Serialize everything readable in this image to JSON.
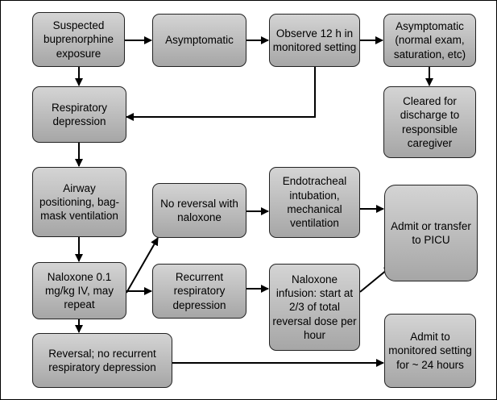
{
  "diagram": {
    "nodes": {
      "suspected_exposure": "Suspected buprenorphine exposure",
      "asymptomatic_1": "Asymptomatic",
      "observe_12h": "Observe 12 h in monitored setting",
      "asymptomatic_2": "Asymptomatic (normal exam, saturation, etc)",
      "cleared_discharge": "Cleared for discharge to responsible caregiver",
      "respiratory_depression": "Respiratory depression",
      "airway_positioning": "Airway positioning, bag-mask ventilation",
      "no_reversal": "No reversal with naloxone",
      "endotracheal_intubation": "Endotracheal intubation, mechanical ventilation",
      "admit_picu": "Admit or transfer to PICU",
      "naloxone_dose": "Naloxone 0.1 mg/kg IV, may repeat",
      "recurrent_depression": "Recurrent respiratory depression",
      "naloxone_infusion": "Naloxone infusion: start at 2/3 of total reversal dose per hour",
      "reversal_no_recurrence": "Reversal; no recurrent respiratory depression",
      "admit_monitored": "Admit to monitored setting for ~ 24 hours"
    },
    "edges": [
      {
        "from": "suspected_exposure",
        "to": "asymptomatic_1"
      },
      {
        "from": "asymptomatic_1",
        "to": "observe_12h"
      },
      {
        "from": "observe_12h",
        "to": "asymptomatic_2"
      },
      {
        "from": "asymptomatic_2",
        "to": "cleared_discharge"
      },
      {
        "from": "suspected_exposure",
        "to": "respiratory_depression"
      },
      {
        "from": "observe_12h",
        "to": "respiratory_depression"
      },
      {
        "from": "respiratory_depression",
        "to": "airway_positioning"
      },
      {
        "from": "airway_positioning",
        "to": "naloxone_dose"
      },
      {
        "from": "naloxone_dose",
        "to": "no_reversal"
      },
      {
        "from": "naloxone_dose",
        "to": "recurrent_depression"
      },
      {
        "from": "naloxone_dose",
        "to": "reversal_no_recurrence"
      },
      {
        "from": "no_reversal",
        "to": "endotracheal_intubation"
      },
      {
        "from": "endotracheal_intubation",
        "to": "admit_picu"
      },
      {
        "from": "recurrent_depression",
        "to": "naloxone_infusion"
      },
      {
        "from": "naloxone_infusion",
        "to": "admit_picu"
      },
      {
        "from": "reversal_no_recurrence",
        "to": "admit_monitored"
      }
    ]
  }
}
